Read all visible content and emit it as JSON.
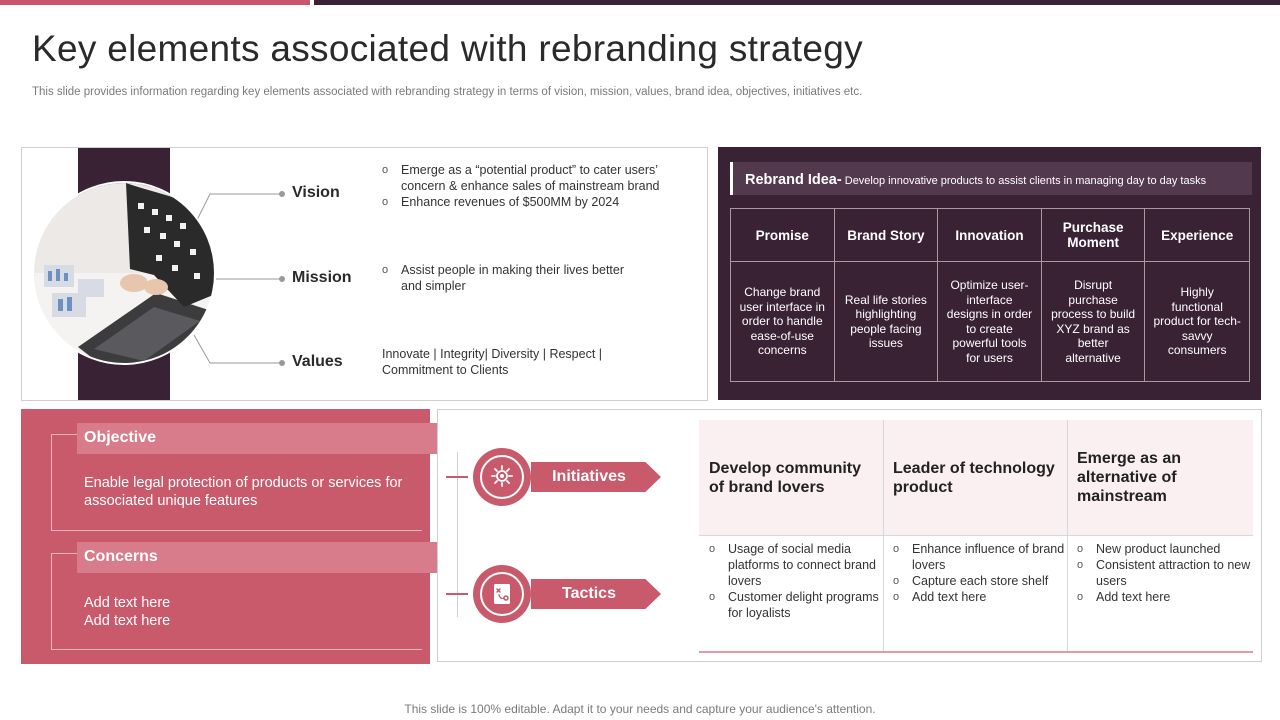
{
  "title": "Key elements associated with rebranding strategy",
  "subtitle": "This slide provides information regarding key elements associated with rebranding strategy in terms of vision, mission, values, brand idea, objectives, initiatives etc.",
  "colors": {
    "accent": "#c85a6c",
    "dark": "#3a2235"
  },
  "vmv": {
    "vision": {
      "label": "Vision",
      "bullets": [
        "Emerge as a “potential product” to cater users’ concern & enhance sales of mainstream brand",
        "Enhance revenues of $500MM by 2024"
      ]
    },
    "mission": {
      "label": "Mission",
      "bullets": [
        "Assist people in making their lives better and simpler"
      ]
    },
    "values": {
      "label": "Values",
      "text": "Innovate | Integrity| Diversity | Respect | Commitment to Clients"
    }
  },
  "rebrand": {
    "head": "Rebrand Idea-",
    "text": " Develop innovative products to assist clients in managing day to day tasks",
    "headers": [
      "Promise",
      "Brand Story",
      "Innovation",
      "Purchase Moment",
      "Experience"
    ],
    "cells": [
      "Change brand user interface in order to handle ease-of-use concerns",
      "Real life stories highlighting people facing issues",
      "Optimize user-interface designs in order to create powerful tools for users",
      "Disrupt purchase process to build XYZ brand as better alternative",
      "Highly functional product for tech-savvy consumers"
    ]
  },
  "objective": {
    "label": "Objective",
    "text": "Enable legal protection of products or services for associated unique features"
  },
  "concerns": {
    "label": "Concerns",
    "lines": [
      "Add text here",
      "Add text here"
    ]
  },
  "actions": {
    "initiatives": "Initiatives",
    "tactics": "Tactics"
  },
  "columns": [
    {
      "head": "Develop community of  brand lovers",
      "bullets": [
        "Usage of social media platforms to connect brand lovers",
        "Customer delight programs for loyalists"
      ]
    },
    {
      "head": "Leader of technology product",
      "bullets": [
        "Enhance influence of brand lovers",
        "Capture each store shelf",
        "Add text here"
      ]
    },
    {
      "head": "Emerge as an alternative of mainstream",
      "bullets": [
        "New product launched",
        "Consistent attraction to new users",
        "Add text here"
      ]
    }
  ],
  "footer": "This slide is 100% editable. Adapt it to your needs and capture your audience's attention."
}
